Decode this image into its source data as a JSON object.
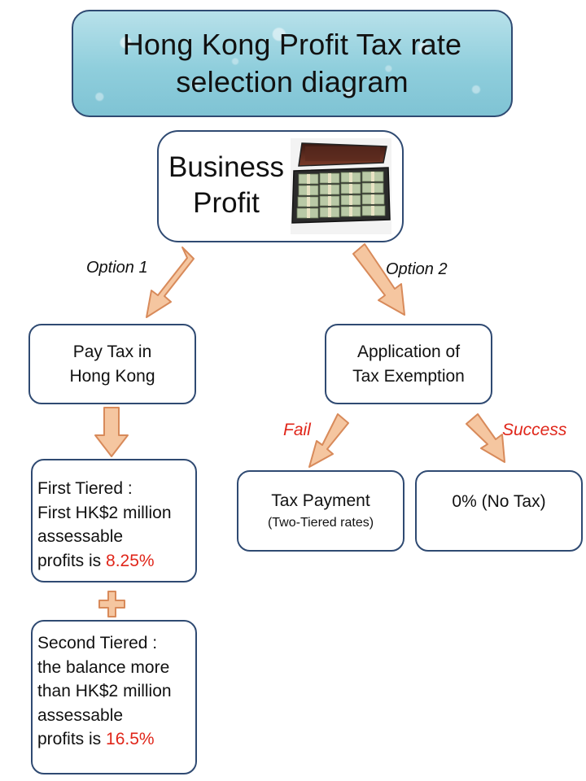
{
  "title": {
    "line1": "Hong Kong Profit Tax rate",
    "line2": "selection diagram"
  },
  "business_profit": {
    "line1": "Business",
    "line2": "Profit"
  },
  "option1_label": "Option 1",
  "option2_label": "Option 2",
  "pay_tax": {
    "line1": "Pay Tax in",
    "line2": "Hong Kong"
  },
  "exemption": {
    "line1": "Application of",
    "line2": "Tax Exemption"
  },
  "fail_label": "Fail",
  "success_label": "Success",
  "tax_payment": {
    "line1": "Tax Payment",
    "line2": "(Two-Tiered rates)"
  },
  "no_tax": "0% (No Tax)",
  "first_tier": {
    "line1": "First Tiered :",
    "line2": "First HK$2 million",
    "line3": "assessable",
    "line4_prefix": "profits is ",
    "rate": "8.25%"
  },
  "second_tier": {
    "line1": "Second Tiered :",
    "line2": "the balance more",
    "line3": "than HK$2 million",
    "line4": "assessable",
    "line5_prefix": "profits is ",
    "rate": "16.5%"
  },
  "colors": {
    "arrow_fill": "#f5c6a0",
    "arrow_stroke": "#d88a5a",
    "box_border": "#2f4a72",
    "rate_red": "#e0261a",
    "title_bg": "#8fcedc"
  },
  "icons": [
    "money-briefcase-image",
    "plus-icon",
    "down-arrow-icon"
  ]
}
